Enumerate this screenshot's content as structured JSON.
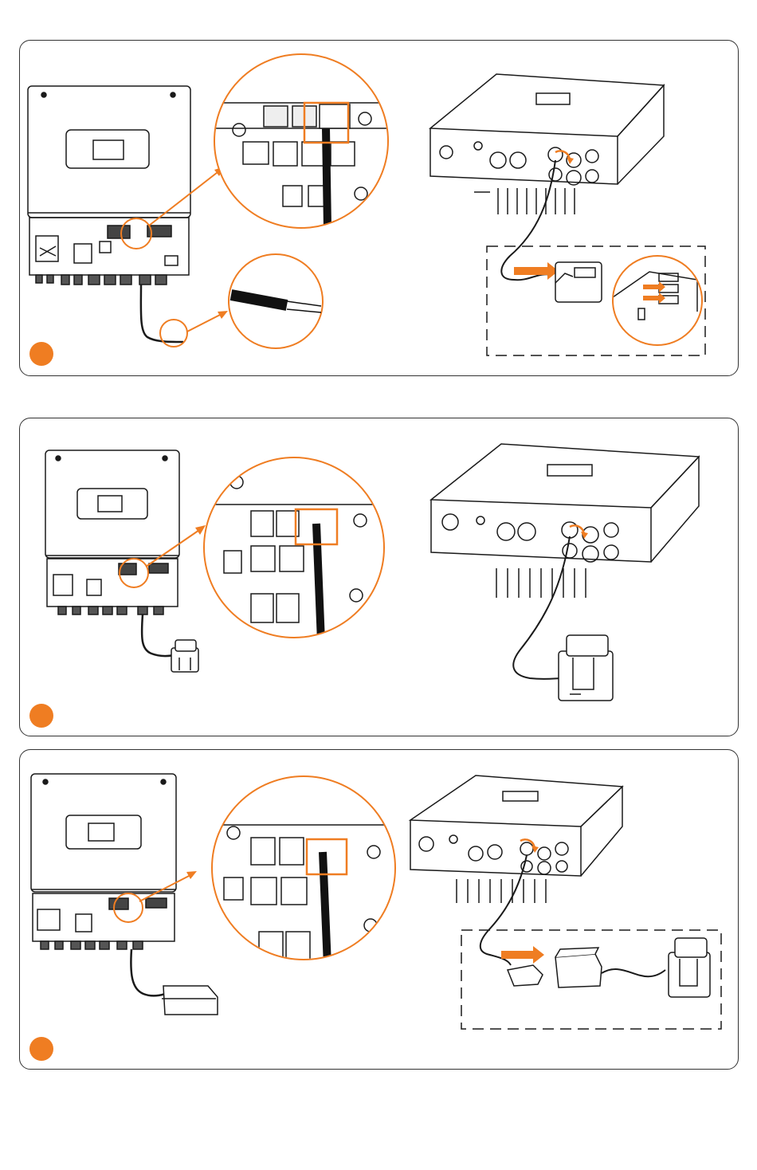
{
  "accent_color": "#ef7d22",
  "line_color": "#1a1a1a",
  "panels": [
    {
      "step_marker": "",
      "variant": "ct-clamp-rj45-sensor"
    },
    {
      "step_marker": "",
      "variant": "ct-clamp-direct"
    },
    {
      "step_marker": "",
      "variant": "rj45-coupler-extension"
    }
  ],
  "icons": {
    "inverter_front": "hybrid-inverter-front-icon",
    "inverter_iso": "hybrid-inverter-isometric-icon",
    "rj45_port": "rj45-port-icon",
    "ct_clamp": "ct-clamp-icon",
    "rj45_plug": "rj45-plug-icon",
    "coupler": "rj45-coupler-icon",
    "arrow": "orange-arrow-icon"
  }
}
